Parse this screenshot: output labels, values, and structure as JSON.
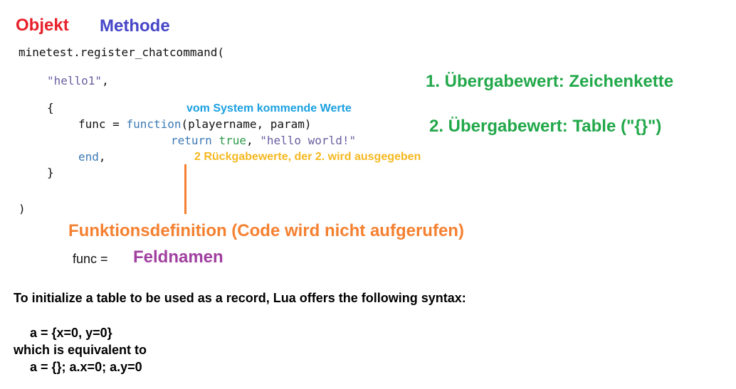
{
  "labels": {
    "objekt": "Objekt",
    "methode": "Methode",
    "param1": "1. Übergabewert: Zeichenkette",
    "param2": "2. Übergabewert: Table (\"{}\")",
    "system": "vom System kommende Werte",
    "returns": "2 Rückgabewerte, der 2. wird ausgegeben",
    "funcdef": "Funktionsdefinition (Code wird nicht aufgerufen)",
    "func_eq": "func =",
    "feldnamen": "Feldnamen"
  },
  "code": {
    "line1": "minetest.register_chatcommand(",
    "str1": "\"hello1\"",
    "comma": ",",
    "open_brace": "{",
    "func_prefix": "func = ",
    "function_kw": "function",
    "func_args": "(playername, param)",
    "return_kw": "return",
    "true_kw": "true",
    "ret_sep": ", ",
    "hello_str": "\"hello world!\"",
    "end_kw": "end",
    "close_brace": "}",
    "close_paren": ")"
  },
  "text": {
    "intro": "To initialize a table to be used as a record, Lua offers the following syntax:",
    "ex1": "a = {x=0, y=0}",
    "equiv": "which is equivalent to",
    "ex2": "a = {}; a.x=0; a.y=0"
  },
  "colors": {
    "red": "#e8202a",
    "blue": "#4646c8",
    "green": "#22a84a",
    "cyan": "#1aa0e0",
    "yellow": "#f5b820",
    "orange": "#f58030",
    "purple": "#a040a0"
  }
}
